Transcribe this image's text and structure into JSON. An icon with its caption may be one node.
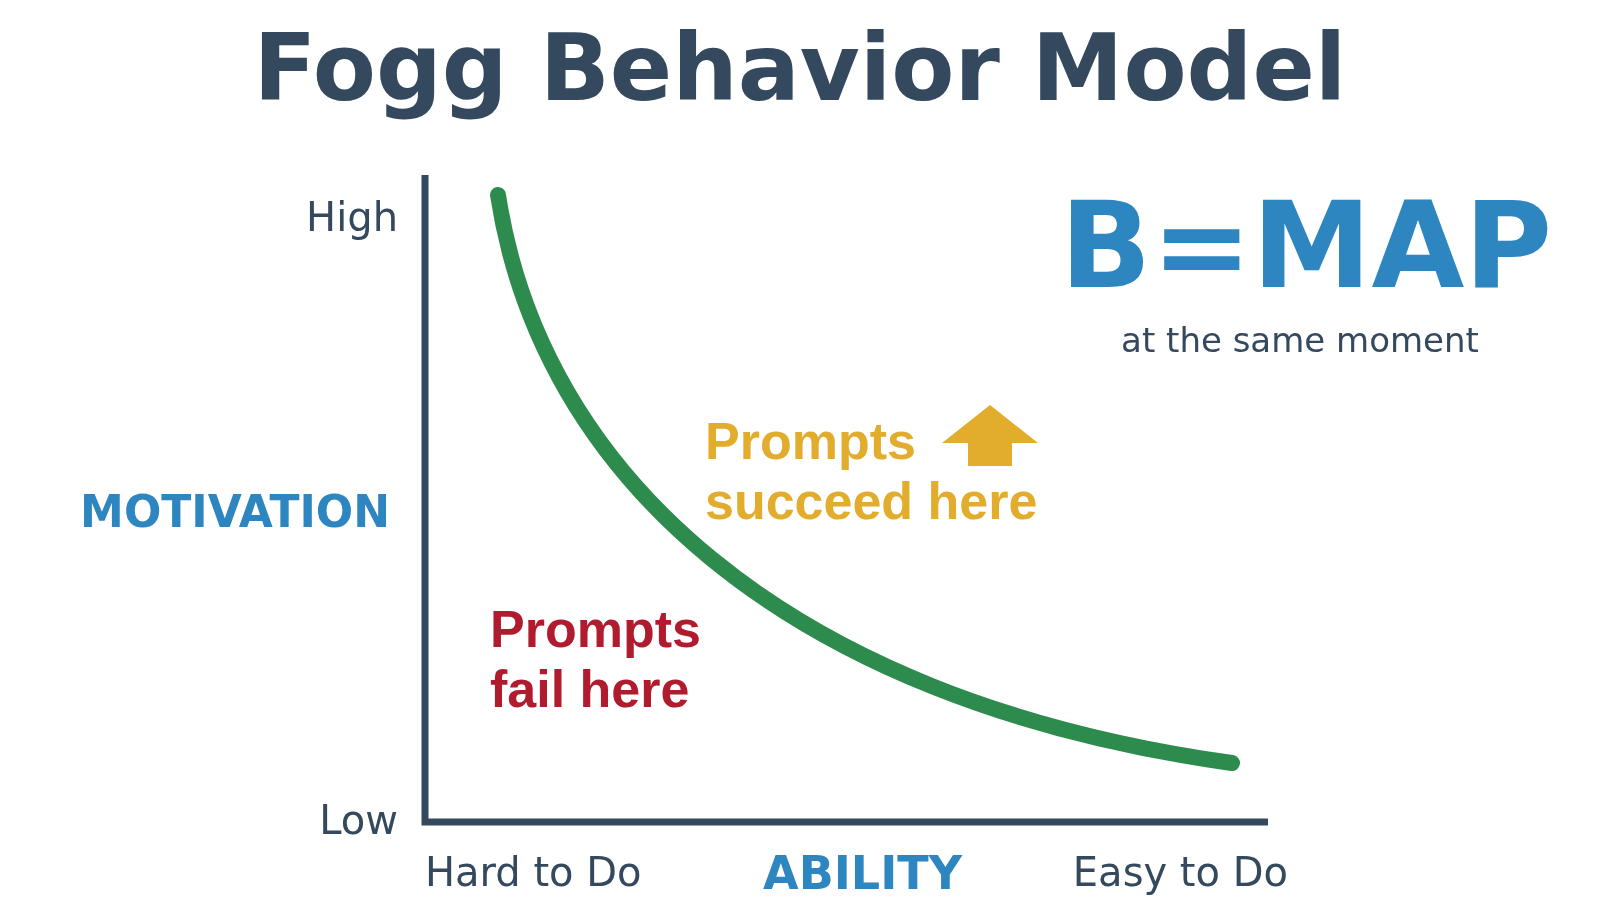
{
  "diagram": {
    "title": "Fogg Behavior Model",
    "labels": [
      "B=MAP",
      "at the same moment",
      "High",
      "MOTIVATION",
      "Prompts succeed here",
      "Prompts fail here",
      "Low",
      "Hard to Do",
      "ABILITY",
      "Easy to Do"
    ]
  }
}
